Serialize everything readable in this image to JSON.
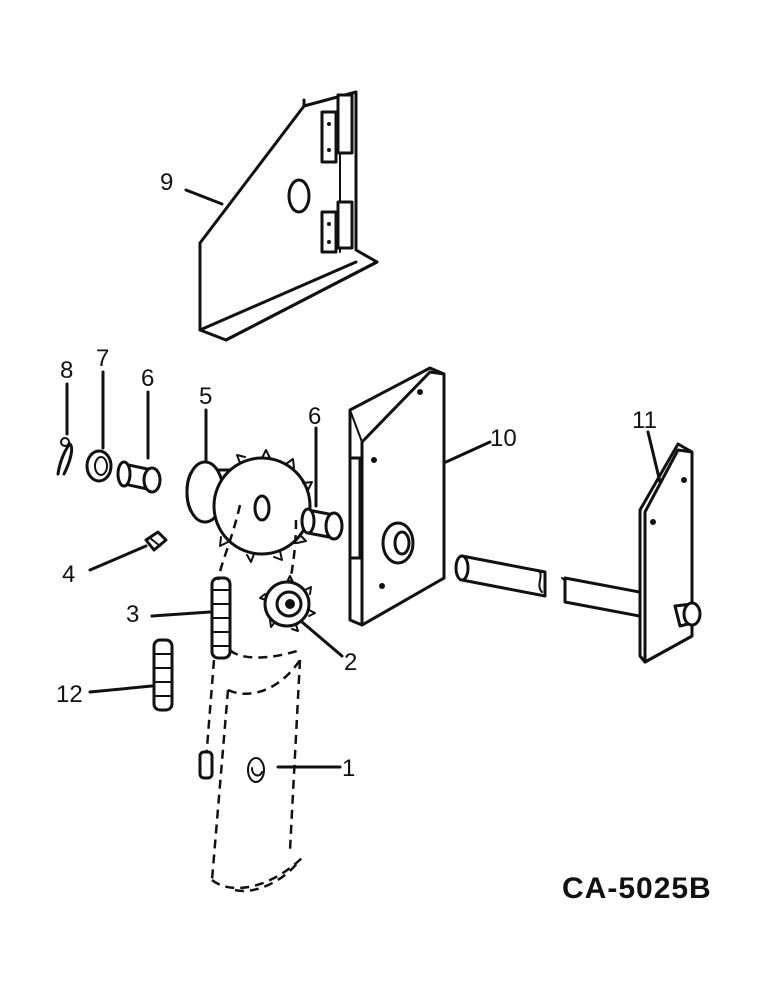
{
  "labels": {
    "p1": "1",
    "p2": "2",
    "p3": "3",
    "p4": "4",
    "p5": "5",
    "p6a": "6",
    "p6b": "6",
    "p7": "7",
    "p8": "8",
    "p9": "9",
    "p10": "10",
    "p11": "11",
    "p12": "12"
  },
  "drawing_code": "CA-5025B"
}
